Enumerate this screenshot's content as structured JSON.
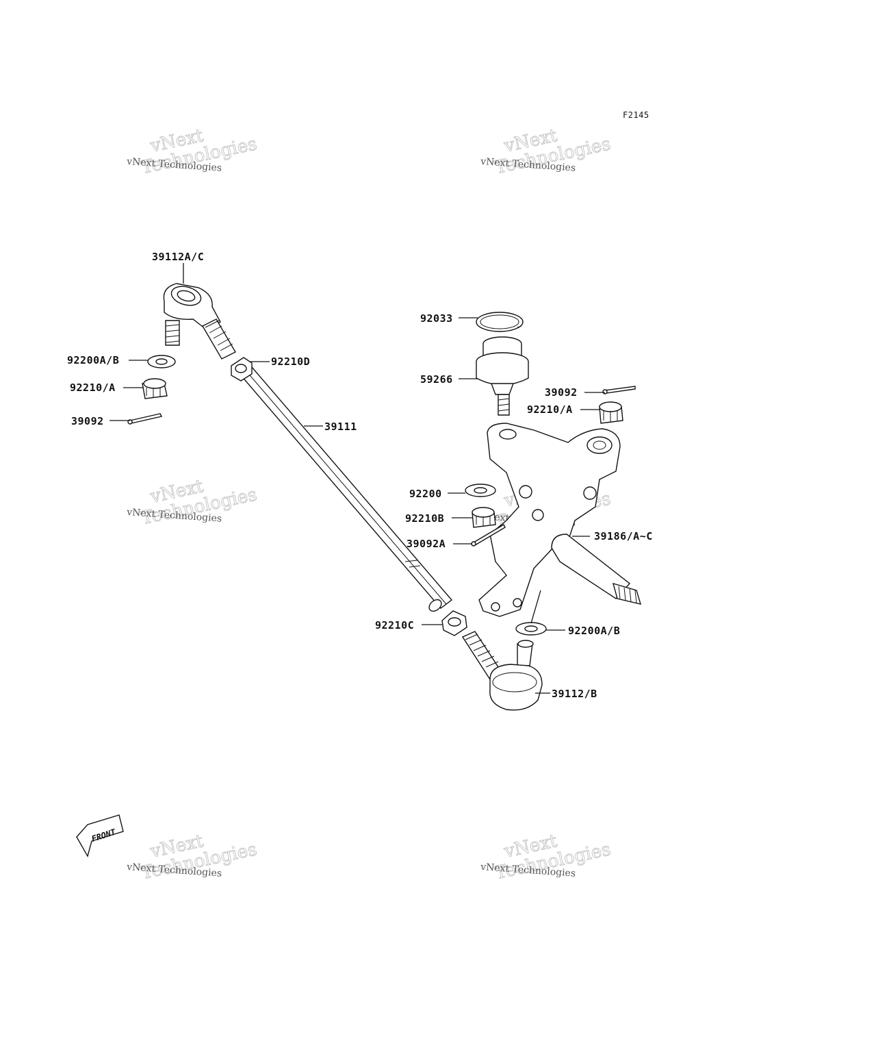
{
  "ref_code": "F2145",
  "watermark": {
    "line1": "vNext Technologies",
    "line2": "vNext",
    "line3": "Technologies"
  },
  "front_label": "FRONT",
  "parts": [
    {
      "id": "p39112AC",
      "label": "39112A/C"
    },
    {
      "id": "p92200AB_l",
      "label": "92200A/B"
    },
    {
      "id": "p92210A_l",
      "label": "92210/A"
    },
    {
      "id": "p39092_l",
      "label": "39092"
    },
    {
      "id": "p92210D",
      "label": "92210D"
    },
    {
      "id": "p39111",
      "label": "39111"
    },
    {
      "id": "p92033",
      "label": "92033"
    },
    {
      "id": "p59266",
      "label": "59266"
    },
    {
      "id": "p39092_r",
      "label": "39092"
    },
    {
      "id": "p92210A_r",
      "label": "92210/A"
    },
    {
      "id": "p92200",
      "label": "92200"
    },
    {
      "id": "p92210B",
      "label": "92210B"
    },
    {
      "id": "p39092A",
      "label": "39092A"
    },
    {
      "id": "p39186",
      "label": "39186/A~C"
    },
    {
      "id": "p92210C",
      "label": "92210C"
    },
    {
      "id": "p92200AB_r",
      "label": "92200A/B"
    },
    {
      "id": "p39112B",
      "label": "39112/B"
    }
  ]
}
